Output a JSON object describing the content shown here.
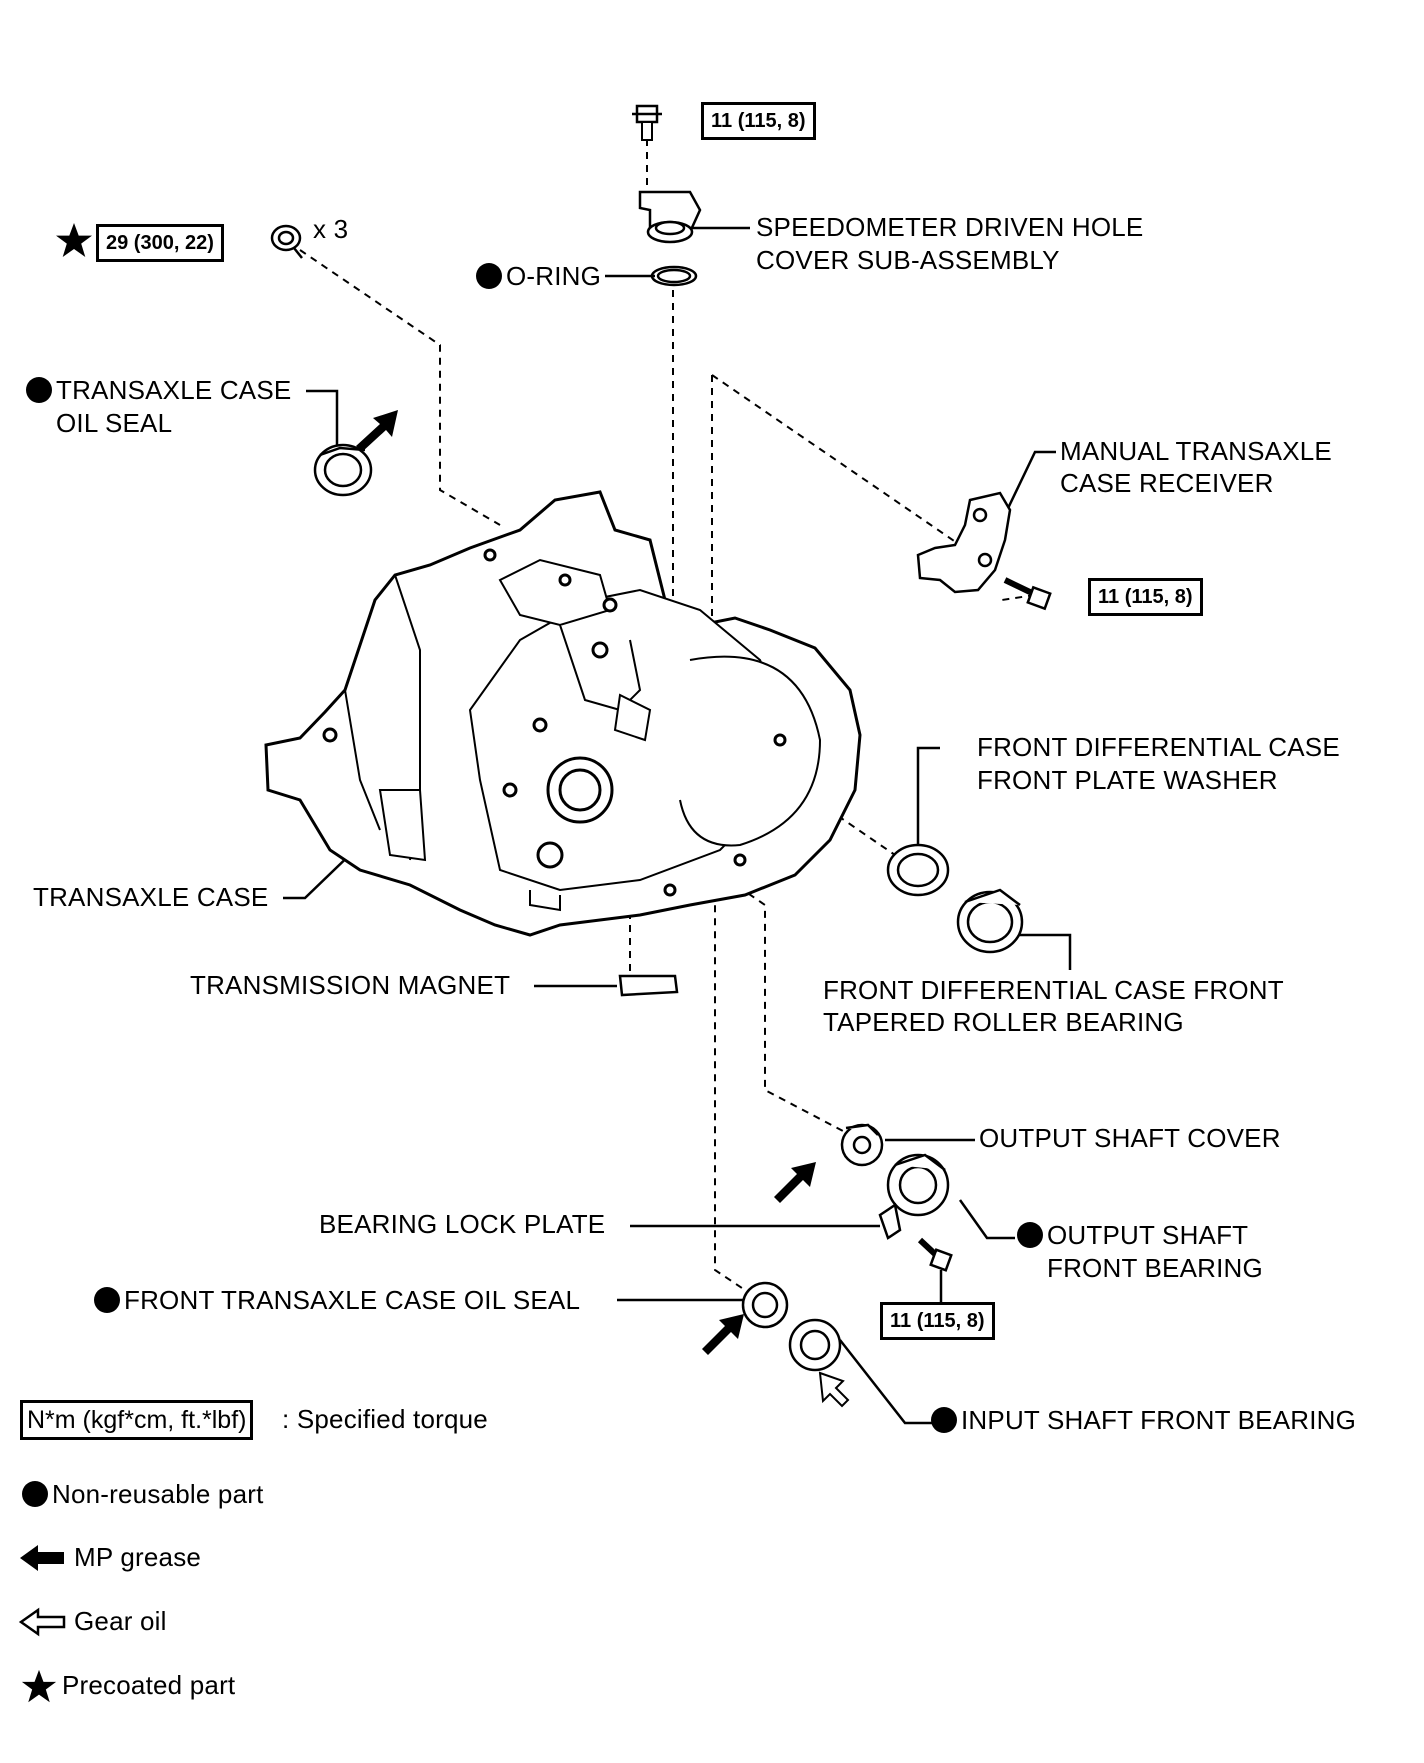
{
  "torque_specs": {
    "top_bolt": "11 (115, 8)",
    "case_bolts": "29 (300, 22)",
    "case_bolts_qty": "x 3",
    "receiver_bolt": "11 (115, 8)",
    "lock_plate_bolt": "11 (115, 8)"
  },
  "parts": {
    "speedometer_line1": "SPEEDOMETER DRIVEN HOLE",
    "speedometer_line2": "COVER SUB-ASSEMBLY",
    "o_ring": "O-RING",
    "case_oil_seal_line1": "TRANSAXLE CASE",
    "case_oil_seal_line2": "OIL SEAL",
    "receiver_line1": "MANUAL TRANSAXLE",
    "receiver_line2": "CASE RECEIVER",
    "washer_line1": "FRONT DIFFERENTIAL CASE",
    "washer_line2": "FRONT PLATE WASHER",
    "transaxle_case": "TRANSAXLE CASE",
    "magnet": "TRANSMISSION MAGNET",
    "diff_bearing_line1": "FRONT DIFFERENTIAL CASE FRONT",
    "diff_bearing_line2": "TAPERED ROLLER BEARING",
    "output_cover": "OUTPUT SHAFT COVER",
    "output_bearing_line1": "OUTPUT SHAFT",
    "output_bearing_line2": "FRONT BEARING",
    "lock_plate": "BEARING LOCK PLATE",
    "front_oil_seal": "FRONT TRANSAXLE CASE OIL SEAL",
    "input_bearing": "INPUT SHAFT FRONT BEARING"
  },
  "legend": {
    "torque_box": "N*m (kgf*cm, ft.*lbf)",
    "torque_desc": ": Specified torque",
    "non_reusable": "Non-reusable part",
    "mp_grease": "MP grease",
    "gear_oil": "Gear oil",
    "precoated": "Precoated part"
  },
  "icons": [
    "filled-dot-icon",
    "filled-arrow-icon",
    "outline-arrow-icon",
    "star-icon"
  ],
  "colors": {
    "ink": "#000000",
    "paper": "#ffffff"
  }
}
